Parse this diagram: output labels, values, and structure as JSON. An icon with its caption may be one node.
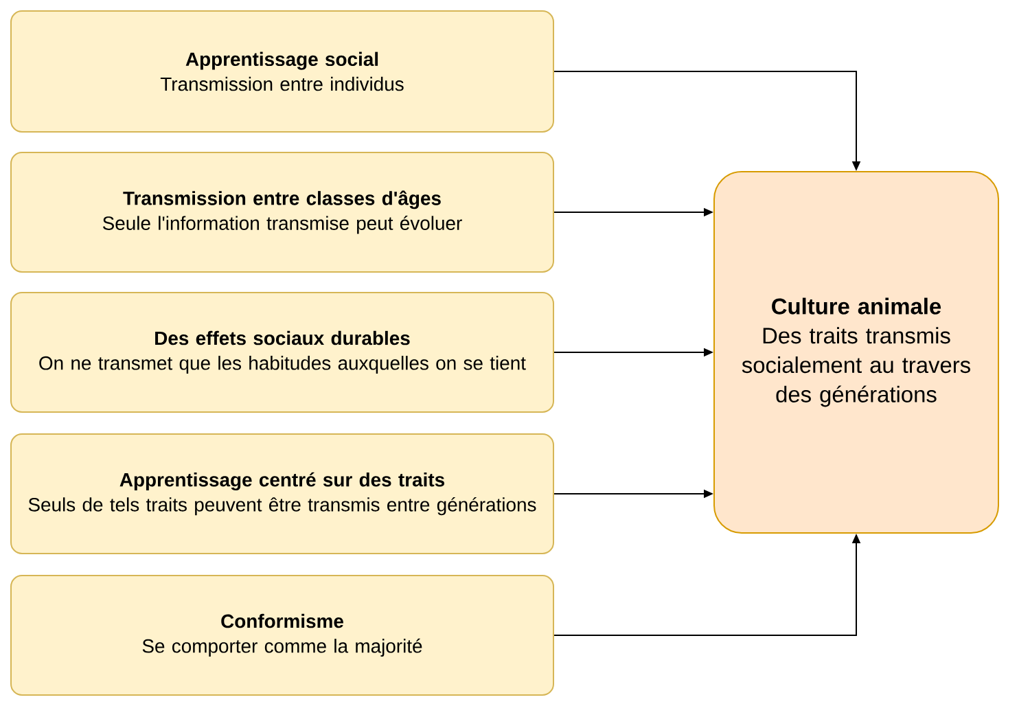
{
  "diagram": {
    "nodes": [
      {
        "text": [
          "Apprentissage social",
          "Transmission entre individus"
        ]
      },
      {
        "text": [
          "Transmission entre classes d'âges",
          "Seule l'information transmise peut évoluer"
        ]
      },
      {
        "text": [
          "Des effets sociaux durables",
          "On ne transmet que les habitudes auxquelles on se tient"
        ]
      },
      {
        "text": [
          "Apprentissage centré sur des traits",
          "Seuls de tels traits peuvent être transmis entre générations"
        ]
      },
      {
        "text": [
          "Conformisme",
          "Se comporter comme la majorité"
        ]
      },
      {
        "text": [
          "Culture animale",
          "Des traits transmis socialement au travers des générations"
        ]
      }
    ],
    "edges": [
      {
        "from": 0,
        "to": 5,
        "arrow": "to"
      },
      {
        "from": 1,
        "to": 5,
        "arrow": "to"
      },
      {
        "from": 2,
        "to": 5,
        "arrow": "to"
      },
      {
        "from": 3,
        "to": 5,
        "arrow": "to"
      },
      {
        "from": 4,
        "to": 5,
        "arrow": "to"
      }
    ]
  }
}
